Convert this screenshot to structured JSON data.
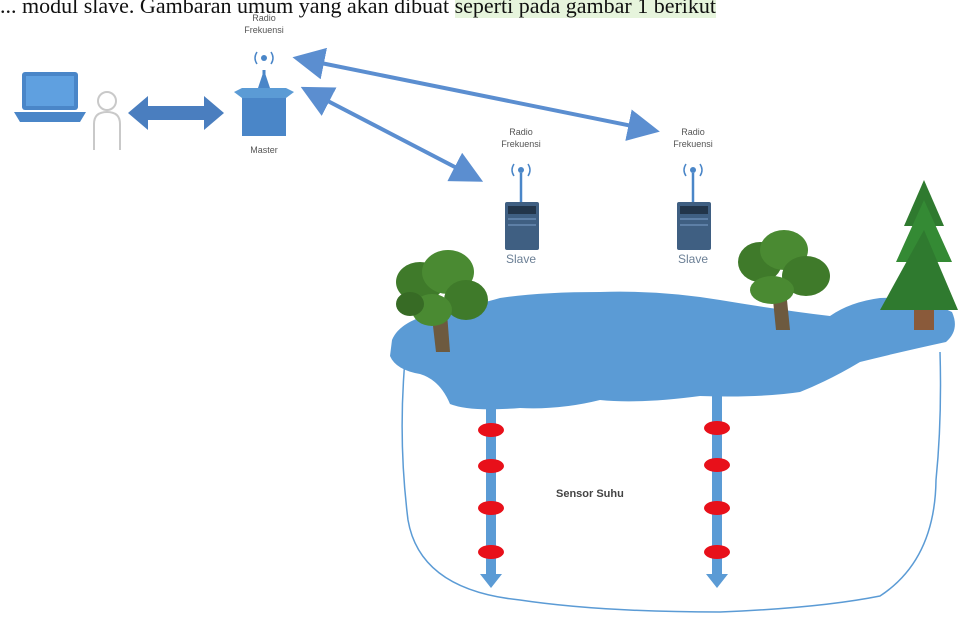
{
  "top_text": {
    "part1": "... modul slave. Gambaran umum yang akan dibuat ",
    "part2": "seperti pada gambar 1 berikut"
  },
  "master": {
    "radio_line1": "Radio",
    "radio_line2": "Frekuensi",
    "label": "Master"
  },
  "slave_left": {
    "radio_line1": "Radio",
    "radio_line2": "Frekuensi",
    "label": "Slave"
  },
  "slave_right": {
    "radio_line1": "Radio",
    "radio_line2": "Frekuensi",
    "label": "Slave"
  },
  "sensor_label": "Sensor Suhu",
  "colors": {
    "arrow": "#5b8ed0",
    "water": "#5b9bd5",
    "sensor_node": "#e8101a",
    "device": "#3f5f82",
    "tree": "#3f7a2a"
  }
}
